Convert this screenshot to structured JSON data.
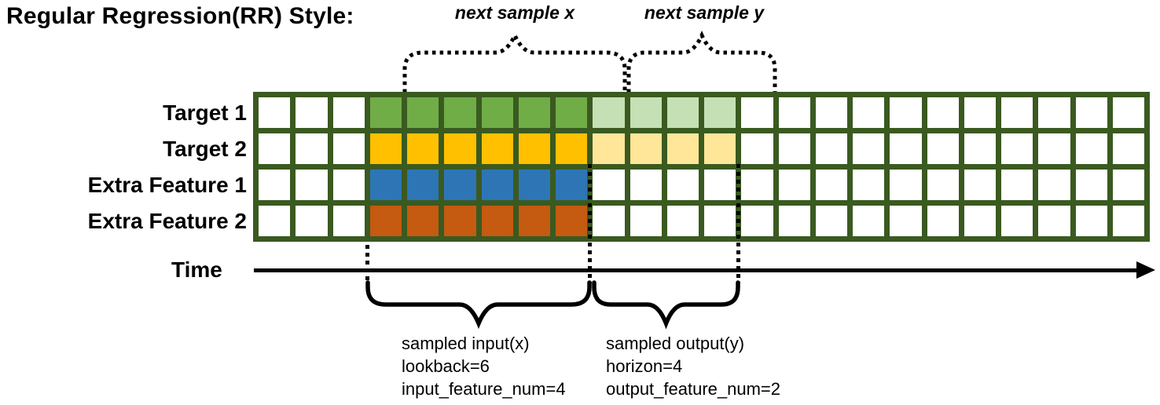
{
  "title": "Regular Regression(RR) Style:",
  "colors": {
    "grid_border": "#3A5A20",
    "cell_white": "#FFFFFF",
    "target1_lookback": "#70AD47",
    "target1_horizon": "#C5E0B4",
    "target2_lookback": "#FFC000",
    "target2_horizon": "#FFE699",
    "extra_feature1_lookback": "#2E75B6",
    "extra_feature2_lookback": "#C55A11",
    "annotation_ink": "#000000"
  },
  "grid": {
    "total_columns": 24,
    "lead_in_columns": 3,
    "lookback_columns": 6,
    "horizon_columns": 4,
    "row_count": 4
  },
  "rows": [
    {
      "label": "Target 1",
      "lookback_color": "#70AD47",
      "horizon_color": "#C5E0B4"
    },
    {
      "label": "Target 2",
      "lookback_color": "#FFC000",
      "horizon_color": "#FFE699"
    },
    {
      "label": "Extra Feature 1",
      "lookback_color": "#2E75B6",
      "horizon_color": null
    },
    {
      "label": "Extra Feature 2",
      "lookback_color": "#C55A11",
      "horizon_color": null
    }
  ],
  "top_annotations": {
    "next_sample_x": "next sample x",
    "next_sample_y": "next sample y"
  },
  "time_axis": {
    "label": "Time"
  },
  "bottom_annotations": {
    "input": {
      "lines": [
        "sampled input(x)",
        "lookback=6",
        "input_feature_num=4"
      ]
    },
    "output": {
      "lines": [
        "sampled output(y)",
        "horizon=4",
        "output_feature_num=2"
      ]
    }
  }
}
